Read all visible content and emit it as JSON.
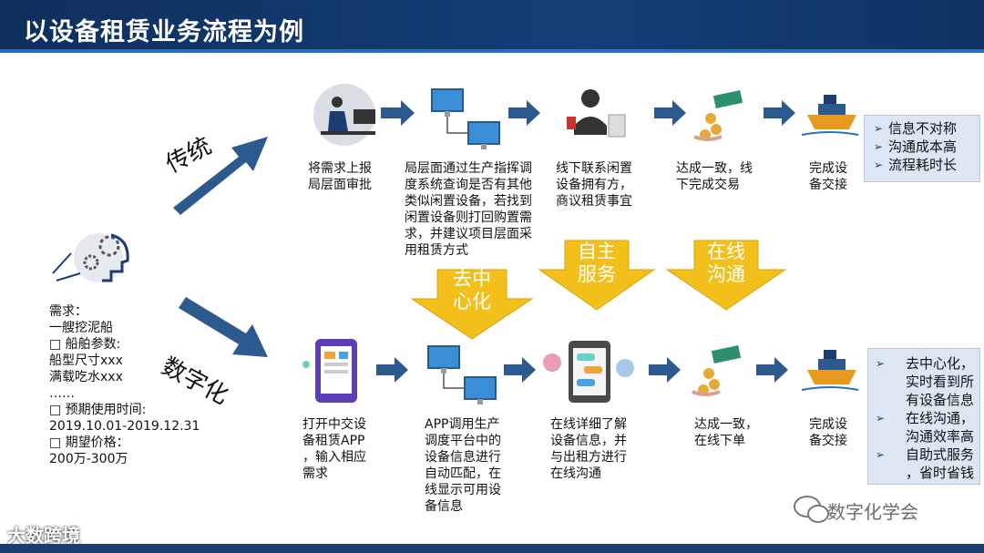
{
  "header": {
    "title": "以设备租赁业务流程为例"
  },
  "branches": {
    "traditional": "传统",
    "digital": "数字化"
  },
  "need": {
    "lines": [
      "需求：",
      "一艘挖泥船",
      "□  船舶参数:",
      "船型尺寸xxx",
      "满载吃水xxx",
      "……",
      "□  预期使用时间:",
      "2019.10.01-2019.12.31",
      "□  期望价格：",
      "200万-300万"
    ]
  },
  "traditional_steps": [
    {
      "lines": [
        "将需求上报",
        "局层面审批"
      ]
    },
    {
      "lines": [
        "局层面通过生产指挥调",
        "度系统查询是否有其他",
        "类似闲置设备，若找到",
        "闲置设备则打回购置需",
        "求，并建议项目层面采",
        "用租赁方式"
      ]
    },
    {
      "lines": [
        "线下联系闲置",
        "设备拥有方，",
        "商议租赁事宜"
      ]
    },
    {
      "lines": [
        "达成一致，线",
        "下完成交易"
      ]
    },
    {
      "lines": [
        "完成设",
        "备交接"
      ]
    }
  ],
  "traditional_issues": [
    "信息不对称",
    "沟通成本高",
    "流程耗时长"
  ],
  "digital_steps": [
    {
      "lines": [
        "打开中交设",
        "备租赁APP",
        "，输入相应",
        "需求"
      ]
    },
    {
      "lines": [
        "APP调用生产",
        "调度平台中的",
        "设备信息进行",
        "自动匹配，在",
        "线显示可用设",
        "备信息"
      ]
    },
    {
      "lines": [
        "在线详细了解",
        "设备信息，并",
        "与出租方进行",
        "在线沟通"
      ]
    },
    {
      "lines": [
        "达成一致，",
        "在线下单"
      ]
    },
    {
      "lines": [
        "完成设",
        "备交接"
      ]
    }
  ],
  "digital_benefits": [
    {
      "lines": [
        "去中心化，",
        "实时看到所",
        "有设备信息"
      ]
    },
    {
      "lines": [
        "在线沟通，",
        "沟通效率高"
      ]
    },
    {
      "lines": [
        "自助式服务",
        "，省时省钱"
      ]
    }
  ],
  "chevrons": [
    {
      "lines": [
        "去中",
        "心化"
      ]
    },
    {
      "lines": [
        "自主",
        "服务"
      ]
    },
    {
      "lines": [
        "在线",
        "沟通"
      ]
    }
  ],
  "watermarks": {
    "right": "数字化学会",
    "left": "大数跨境"
  },
  "colors": {
    "header": "#143f78",
    "arrow": "#2d5a8e",
    "chevron": "#f2bf1b",
    "infobox": "#dde6f3"
  }
}
